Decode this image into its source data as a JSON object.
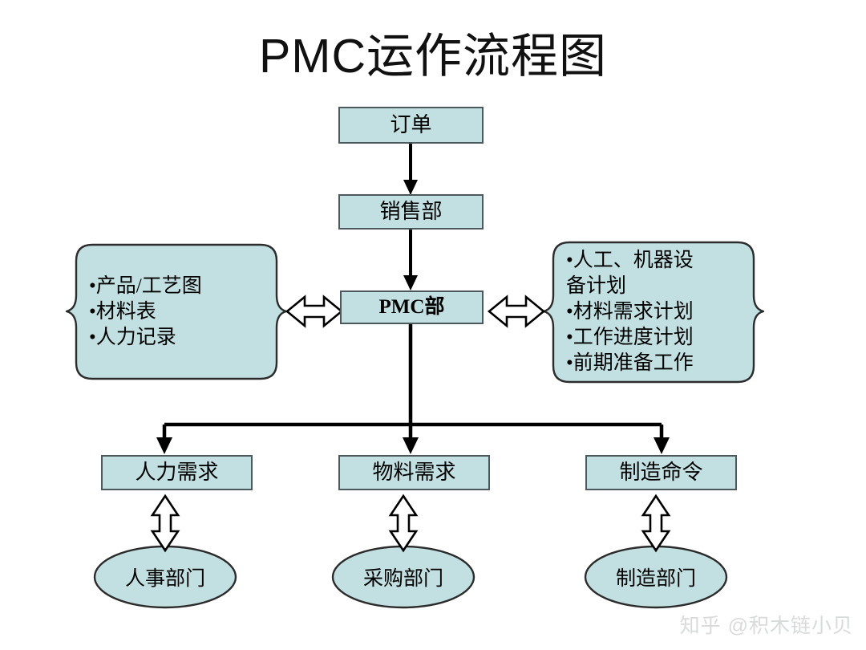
{
  "title": "PMC运作流程图",
  "watermark": "知乎 @积木链小贝",
  "colors": {
    "node_fill": "#c2dfe1",
    "node_stroke": "#4c585c",
    "connector": "#000000",
    "background": "#ffffff",
    "watermark": "#d8dadc"
  },
  "chart_data": {
    "type": "diagram",
    "title": "PMC运作流程图",
    "nodes": [
      {
        "id": "order",
        "label": "订单",
        "shape": "rectangle"
      },
      {
        "id": "sales",
        "label": "销售部",
        "shape": "rectangle"
      },
      {
        "id": "pmc",
        "label": "PMC部",
        "shape": "rectangle"
      },
      {
        "id": "inputs",
        "label": "•产品/工艺图\n•材料表\n•人力记录",
        "shape": "brace"
      },
      {
        "id": "outputs",
        "label": "•人工、机器设\n备计划\n•材料需求计划\n•工作进度计划\n•前期准备工作",
        "shape": "brace"
      },
      {
        "id": "manpower",
        "label": "人力需求",
        "shape": "rectangle"
      },
      {
        "id": "material",
        "label": "物料需求",
        "shape": "rectangle"
      },
      {
        "id": "production",
        "label": "制造命令",
        "shape": "rectangle"
      },
      {
        "id": "hr-dept",
        "label": "人事部门",
        "shape": "ellipse"
      },
      {
        "id": "purchase-dept",
        "label": "采购部门",
        "shape": "ellipse"
      },
      {
        "id": "manu-dept",
        "label": "制造部门",
        "shape": "ellipse"
      }
    ],
    "edges": [
      {
        "from": "order",
        "to": "sales",
        "style": "solid-arrow"
      },
      {
        "from": "sales",
        "to": "pmc",
        "style": "solid-arrow"
      },
      {
        "from": "inputs",
        "to": "pmc",
        "style": "hollow-double-arrow"
      },
      {
        "from": "pmc",
        "to": "outputs",
        "style": "hollow-double-arrow"
      },
      {
        "from": "pmc",
        "to": "manpower",
        "style": "solid-arrow"
      },
      {
        "from": "pmc",
        "to": "material",
        "style": "solid-arrow"
      },
      {
        "from": "pmc",
        "to": "production",
        "style": "solid-arrow"
      },
      {
        "from": "manpower",
        "to": "hr-dept",
        "style": "hollow-double-arrow"
      },
      {
        "from": "material",
        "to": "purchase-dept",
        "style": "hollow-double-arrow"
      },
      {
        "from": "production",
        "to": "manu-dept",
        "style": "hollow-double-arrow"
      }
    ]
  },
  "nodes": {
    "order": "订单",
    "sales": "销售部",
    "pmc": "PMC部",
    "inputs": "•产品/工艺图\n•材料表\n•人力记录",
    "outputs": "•人工、机器设\n备计划\n•材料需求计划\n•工作进度计划\n•前期准备工作",
    "manpower": "人力需求",
    "material": "物料需求",
    "production": "制造命令",
    "hr_dept": "人事部门",
    "purchase_dept": "采购部门",
    "manu_dept": "制造部门"
  }
}
